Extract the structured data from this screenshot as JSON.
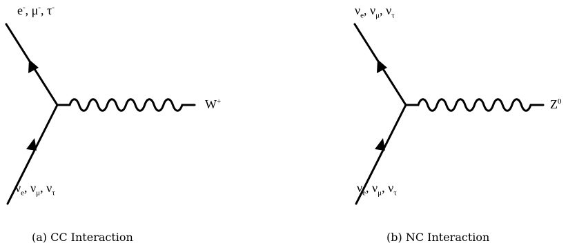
{
  "panels": [
    {
      "outgoing_lepton_label": "e⁻, μ⁻, τ⁻",
      "incoming_neutrino_label": "νe, νμ, ντ",
      "boson_label": "W",
      "boson_charge": "+",
      "caption": "(a)  CC Interaction"
    },
    {
      "outgoing_lepton_label": "νe, νμ, ντ",
      "incoming_neutrino_label": "νe, νμ, ντ",
      "boson_label": "Z",
      "boson_charge": "0",
      "caption": "(b)  NC Interaction"
    }
  ],
  "neutrino_flavors": [
    "e",
    "μ",
    "τ"
  ],
  "lepton_symbols": [
    "e",
    "μ",
    "τ"
  ],
  "lepton_charge": "-"
}
